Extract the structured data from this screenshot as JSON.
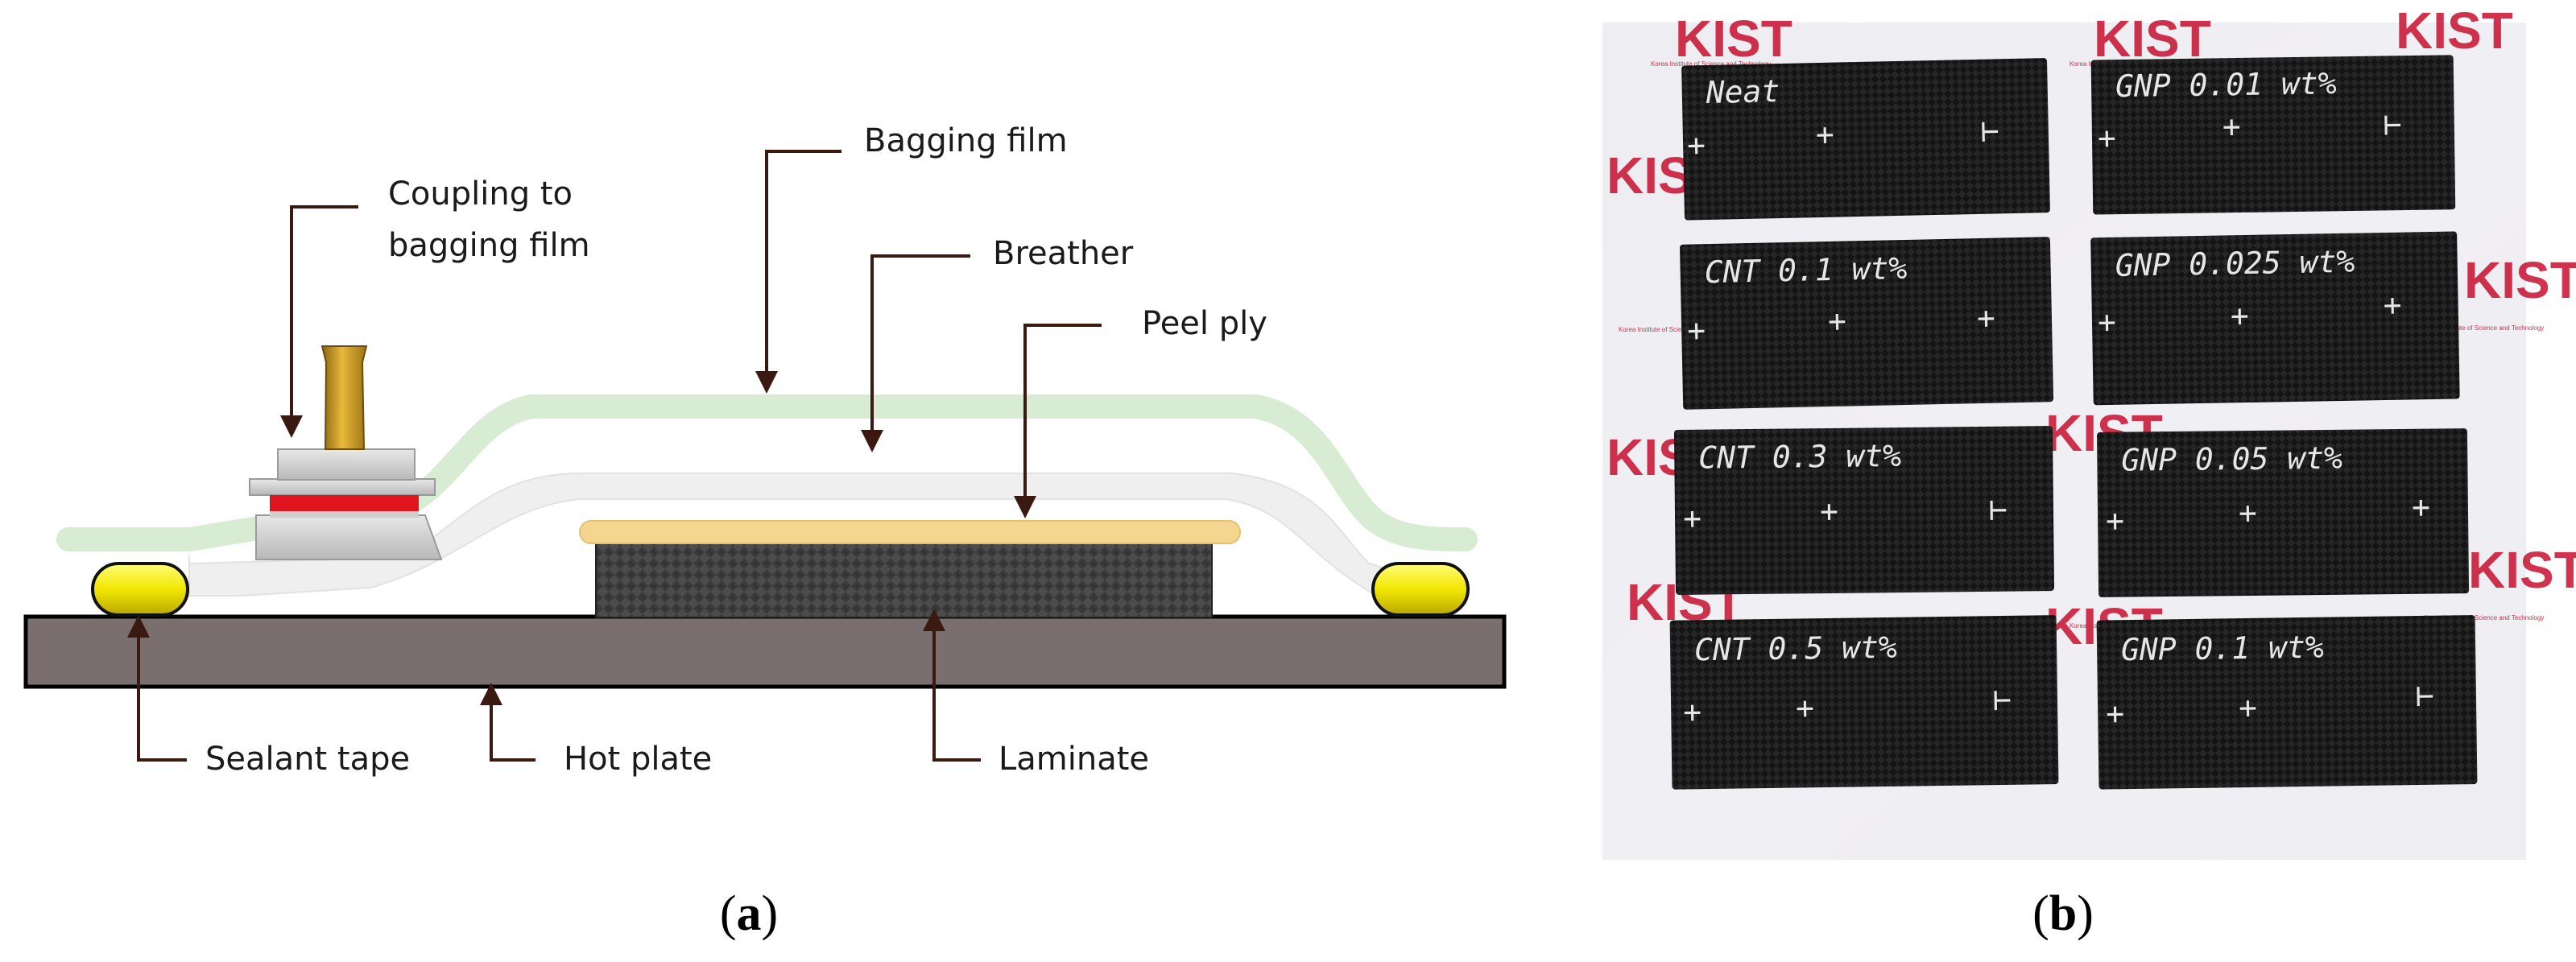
{
  "panel_a": {
    "labels": {
      "coupling_line1": "Coupling to",
      "coupling_line2": "bagging film",
      "bagging_film": "Bagging film",
      "breather": "Breather",
      "peel_ply": "Peel ply",
      "sealant_tape": "Sealant tape",
      "hot_plate": "Hot plate",
      "laminate": "Laminate"
    },
    "caption": {
      "open": "(",
      "letter": "a",
      "close": ")"
    },
    "colors": {
      "bagging_film": "#d6ecd2",
      "breather": "#f0f0f0",
      "peel_ply": "#f5d68e",
      "laminate": "#3e3e3e",
      "hot_plate": "#7a6e6e",
      "sealant_tape": "#f7f000",
      "coupling_seal": "#e0141e",
      "coupling_stem": "#d4a017",
      "arrow": "#3a1a10"
    }
  },
  "panel_b": {
    "specimens": [
      {
        "label": "Neat"
      },
      {
        "label": "GNP 0.01 wt%"
      },
      {
        "label": "CNT 0.1 wt%"
      },
      {
        "label": "GNP 0.025 wt%"
      },
      {
        "label": "CNT 0.3 wt%"
      },
      {
        "label": "GNP 0.05 wt%"
      },
      {
        "label": "CNT 0.5 wt%"
      },
      {
        "label": "GNP 0.1 wt%"
      }
    ],
    "watermark": "KIST",
    "watermark_small": "Korea Institute of Science and Technology",
    "caption": {
      "open": "(",
      "letter": "b",
      "close": ")"
    }
  }
}
